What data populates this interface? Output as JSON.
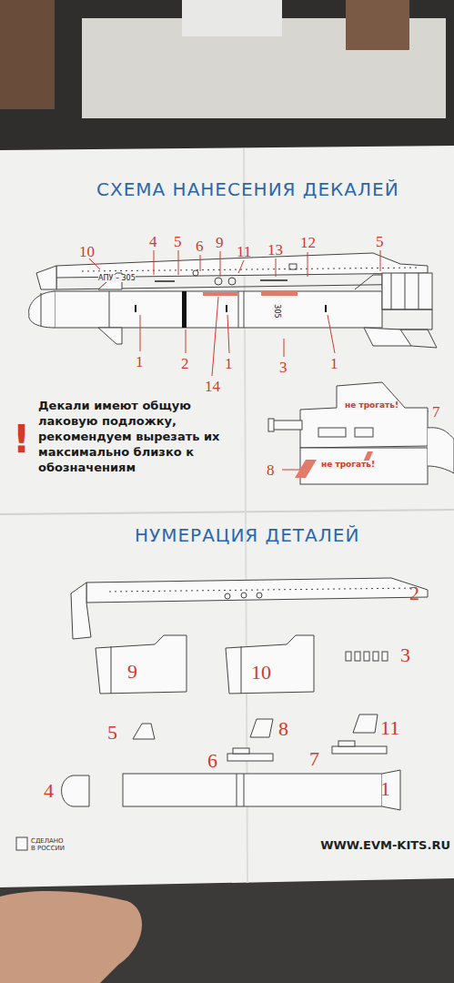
{
  "diagram": {
    "title": "СХЕМА НАНЕСЕНИЯ ДЕКАЛЕЙ",
    "labels": [
      "10",
      "4",
      "5",
      "6",
      "9",
      "11",
      "13",
      "12",
      "5",
      "АПУ – 305",
      "305",
      "1",
      "2",
      "14",
      "1",
      "3",
      "1",
      "7",
      "не трогать!",
      "8",
      "не трогать!",
      "!",
      "Декали имеют общую лаковую подложку, рекомендуем вырезать их максимально близко к обозначениям",
      "НУМЕРАЦИЯ ДЕТАЛЕЙ",
      "2",
      "9",
      "10",
      "3",
      "5",
      "8",
      "11",
      "6",
      "7",
      "4",
      "1",
      "СДЕЛАНО В РОССИИ",
      "WWW.EVM-KITS.RU"
    ]
  }
}
